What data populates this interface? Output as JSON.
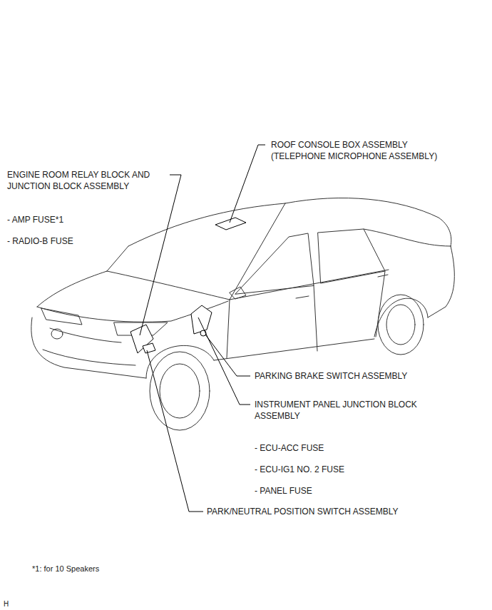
{
  "diagram": {
    "labels": [
      "ROOF CONSOLE BOX ASSEMBLY (TELEPHONE MICROPHONE ASSEMBLY)",
      "ENGINE ROOM RELAY BLOCK AND JUNCTION BLOCK ASSEMBLY",
      "- AMP FUSE*1",
      "- RADIO-B FUSE",
      "PARKING BRAKE SWITCH ASSEMBLY",
      "INSTRUMENT PANEL JUNCTION BLOCK ASSEMBLY",
      "- ECU-ACC FUSE",
      "- ECU-IG1 NO. 2 FUSE",
      "- PANEL FUSE",
      "PARK/NEUTRAL POSITION SWITCH ASSEMBLY",
      "*1: for 10 Speakers",
      "H"
    ]
  }
}
